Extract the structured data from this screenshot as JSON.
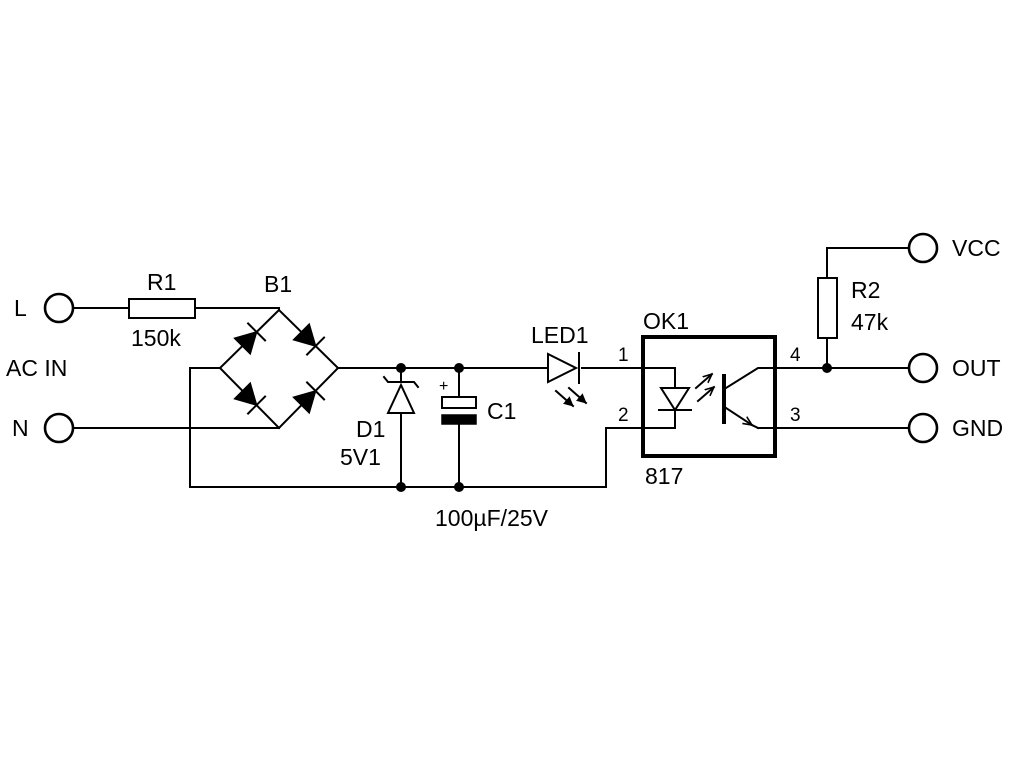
{
  "terminals": {
    "l": "L",
    "n": "N",
    "ac_in": "AC IN",
    "vcc": "VCC",
    "out": "OUT",
    "gnd": "GND"
  },
  "components": {
    "r1": {
      "ref": "R1",
      "value": "150k"
    },
    "b1": {
      "ref": "B1"
    },
    "d1": {
      "ref": "D1",
      "value": "5V1"
    },
    "c1": {
      "ref": "C1",
      "value": "100µF/25V",
      "polarity": "+"
    },
    "led1": {
      "ref": "LED1"
    },
    "ok1": {
      "ref": "OK1",
      "value": "817",
      "pins": {
        "p1": "1",
        "p2": "2",
        "p3": "3",
        "p4": "4"
      }
    },
    "r2": {
      "ref": "R2",
      "value": "47k"
    }
  }
}
